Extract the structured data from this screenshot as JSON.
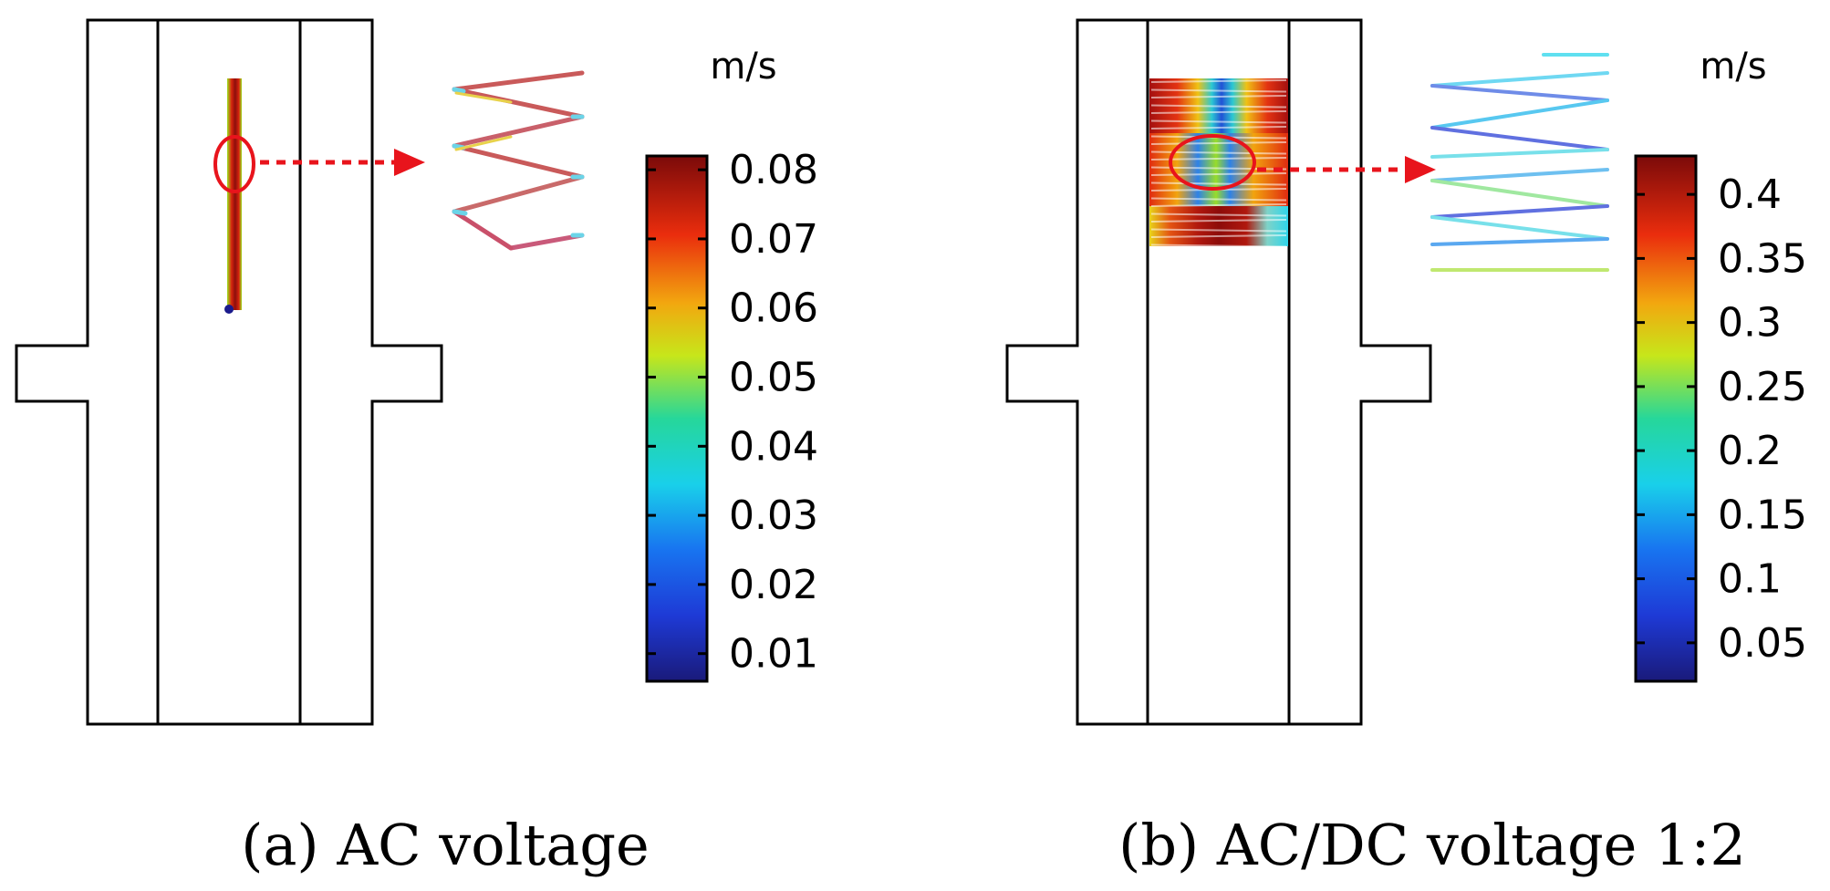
{
  "panels": [
    {
      "id": "a",
      "caption": "(a) AC voltage",
      "unit": "m/s",
      "colorbar_ticks": [
        "0.08",
        "0.07",
        "0.06",
        "0.05",
        "0.04",
        "0.03",
        "0.02",
        "0.01"
      ],
      "colorbar_range": [
        0.006,
        0.082
      ]
    },
    {
      "id": "b",
      "caption": "(b) AC/DC voltage 1:2",
      "unit": "m/s",
      "colorbar_ticks": [
        "0.4",
        "0.35",
        "0.3",
        "0.25",
        "0.2",
        "0.15",
        "0.1",
        "0.05"
      ],
      "colorbar_range": [
        0.02,
        0.43
      ]
    }
  ],
  "colors": {
    "outline": "#000000",
    "highlight": "#e8141c",
    "marker": "#1a1a8c",
    "colormap": [
      "#00007f",
      "#0000ff",
      "#007fff",
      "#00ffff",
      "#7fff7f",
      "#ffff00",
      "#ff7f00",
      "#ff0000",
      "#7f0000"
    ]
  }
}
